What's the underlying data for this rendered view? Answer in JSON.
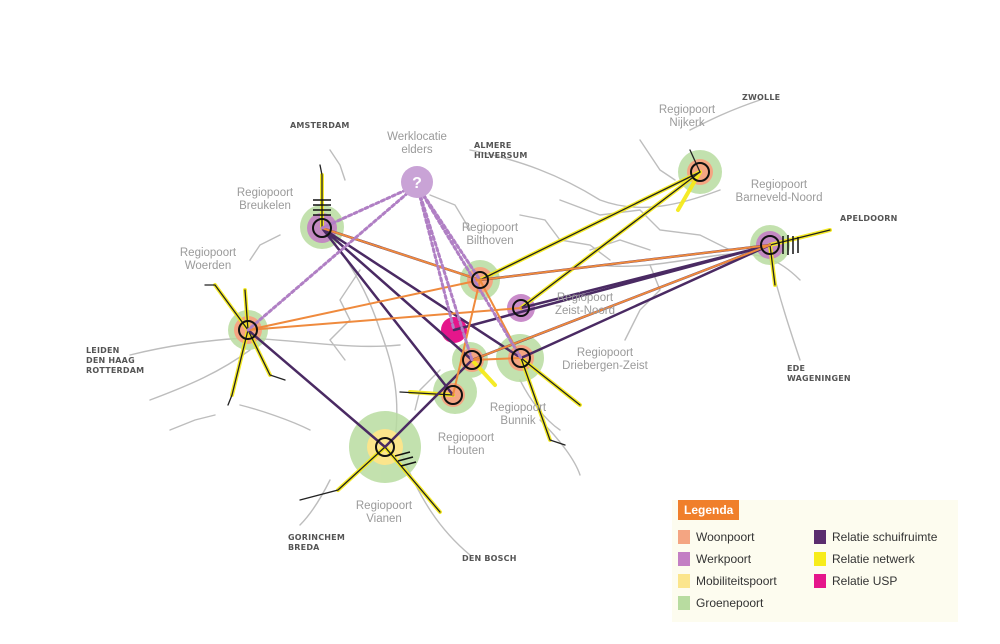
{
  "gateways": [
    {
      "key": "breukelen",
      "label": "Regiopoort\nBreukelen",
      "kind": "werk"
    },
    {
      "key": "woerden",
      "label": "Regiopoort\nWoerden",
      "kind": "woon"
    },
    {
      "key": "bilthoven",
      "label": "Regiopoort\nBilthoven",
      "kind": "woon"
    },
    {
      "key": "zeist",
      "label": "Regiopoort\nZeist-Noord",
      "kind": "werk"
    },
    {
      "key": "driebergen",
      "label": "Regiopoort\nDriebergen-Zeist",
      "kind": "woon"
    },
    {
      "key": "bunnik",
      "label": "Regiopoort\nBunnik",
      "kind": "woon"
    },
    {
      "key": "houten",
      "label": "Regiopoort\nHouten",
      "kind": "woon"
    },
    {
      "key": "vianen",
      "label": "Regiopoort\nVianen",
      "kind": "mobiliteit"
    },
    {
      "key": "nijkerk",
      "label": "Regiopoort\nNijkerk",
      "kind": "woon"
    },
    {
      "key": "barneveld",
      "label": "Regiopoort\nBarneveld-Noord",
      "kind": "werk"
    }
  ],
  "werklocatie": {
    "label": "Werklocatie\nelders",
    "symbol": "?"
  },
  "cities": {
    "amsterdam": "AMSTERDAM",
    "almere": "ALMERE\nHILVERSUM",
    "zwolle": "ZWOLLE",
    "apeldoorn": "APELDOORN",
    "leiden": "LEIDEN\nDEN HAAG\nROTTERDAM",
    "ede": "EDE\nWAGENINGEN",
    "gorinchem": "GORINCHEM\nBREDA",
    "denbosch": "DEN BOSCH"
  },
  "legend": {
    "title": "Legenda",
    "items": [
      {
        "label": "Woonpoort",
        "color": "#f4a582"
      },
      {
        "label": "Werkpoort",
        "color": "#c37fc4"
      },
      {
        "label": "Mobiliteitspoort",
        "color": "#fbe58c"
      },
      {
        "label": "Groenepoort",
        "color": "#b8dca0"
      },
      {
        "label": "Relatie schuifruimte",
        "color": "#5b2d6e"
      },
      {
        "label": "Relatie netwerk",
        "color": "#f7ec1a"
      },
      {
        "label": "Relatie USP",
        "color": "#e5168b"
      }
    ]
  },
  "colors": {
    "woon": "#f4a582",
    "werk": "#b07fc4",
    "mobiliteit": "#fbe58c",
    "groen": "#b8dca0",
    "schuif": "#4a2a63",
    "netwerk": "#f5ea1c",
    "usp": "#e5168b",
    "relatie_oranje": "#ef8a3d"
  }
}
